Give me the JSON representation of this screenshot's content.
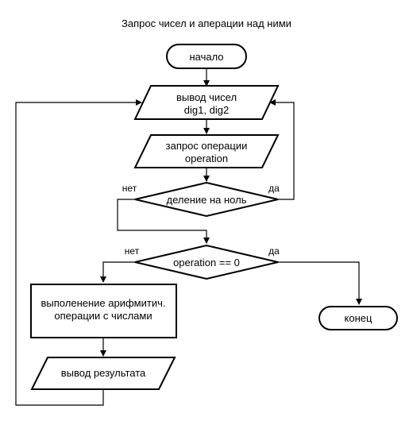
{
  "title": "Запрос чисел и аперации над ними",
  "nodes": {
    "start": "начало",
    "output_line1": "вывод чисел",
    "output_line2": "dig1, dig2",
    "request_line1": "запрос операции",
    "request_line2": "operation",
    "division_by_zero": "деление на ноль",
    "operation_check": "operation == 0",
    "execute_line1": "выполенение арифмитич.",
    "execute_line2": "операции с числами",
    "result_output": "вывод результата",
    "end": "конец"
  },
  "labels": {
    "div_no": "нет",
    "div_yes": "да",
    "op_no": "нет",
    "op_yes": "да"
  }
}
